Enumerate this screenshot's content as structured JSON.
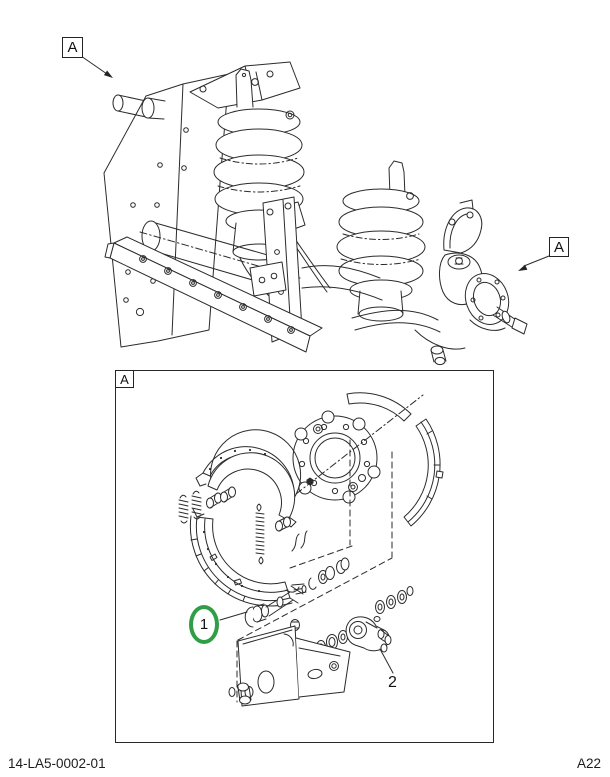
{
  "page": {
    "view_reference_label": "A",
    "detail_view_label": "A",
    "callouts": {
      "part_1": "1",
      "part_2": "2"
    },
    "footer": {
      "drawing_number": "14-LA5-0002-01",
      "page_code": "A22"
    },
    "colors": {
      "line": "#2b2b2b",
      "highlight_green": "#2f9e44",
      "background": "#ffffff"
    }
  }
}
